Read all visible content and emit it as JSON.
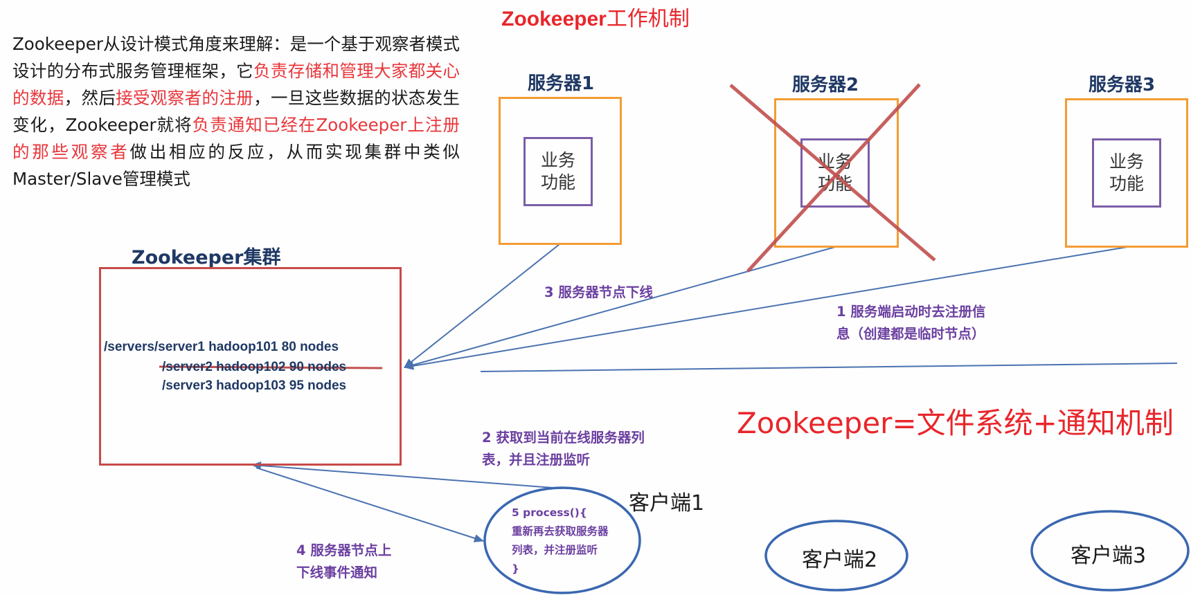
{
  "title": {
    "prefix": "Zookeeper",
    "suffix": "工作机制"
  },
  "intro": {
    "p1": "Zookeeper从设计模式角度来理解：是一个基于观察者模式设计的分布式服务管理框架，它",
    "r1": "负责存储和管理大家都关心的数据",
    "p2": "，然后",
    "r2": "接受观察者的注册",
    "p3": "，一旦这些数据的状态发生变化，Zookeeper就将",
    "r3": "负责通知已经在Zookeeper上注册的那些观察者",
    "p4": "做出相应的反应，从而实现集群中类似Master/Slave管理模式"
  },
  "servers": [
    {
      "label": "服务器1",
      "biz_line1": "业务",
      "biz_line2": "功能"
    },
    {
      "label": "服务器2",
      "biz_line1": "业务",
      "biz_line2": "功能"
    },
    {
      "label": "服务器3",
      "biz_line1": "业务",
      "biz_line2": "功能"
    }
  ],
  "cluster": {
    "title": "Zookeeper集群",
    "nodes": [
      "/servers/server1 hadoop101 80 nodes",
      "/server2 hadoop102 90 nodes",
      "/server3 hadoop103 95 nodes"
    ]
  },
  "steps": {
    "s1_line1": "1  服务端启动时去注册信",
    "s1_line2": "息（创建都是临时节点）",
    "s2_line1": "2  获取到当前在线服务器列",
    "s2_line2": "表，并且注册监听",
    "s3": "3  服务器节点下线",
    "s4_line1": "4  服务器节点上",
    "s4_line2": "下线事件通知",
    "s5_line1": "5 process(){",
    "s5_line2": "重新再去获取服务器",
    "s5_line3": "列表，并注册监听",
    "s5_line4": "}"
  },
  "formula": "Zookeeper=文件系统+通知机制",
  "clients": [
    "客户端1",
    "客户端2",
    "客户端3"
  ],
  "colors": {
    "title_red": "#e8262b",
    "server_border": "#f39c34",
    "biz_border": "#7b5ea7",
    "cluster_border": "#c84a4a",
    "arrow_blue": "#4a72b0",
    "step_purple": "#6b3fa0",
    "cross_red": "#c0504d",
    "label_navy": "#1f3864"
  }
}
